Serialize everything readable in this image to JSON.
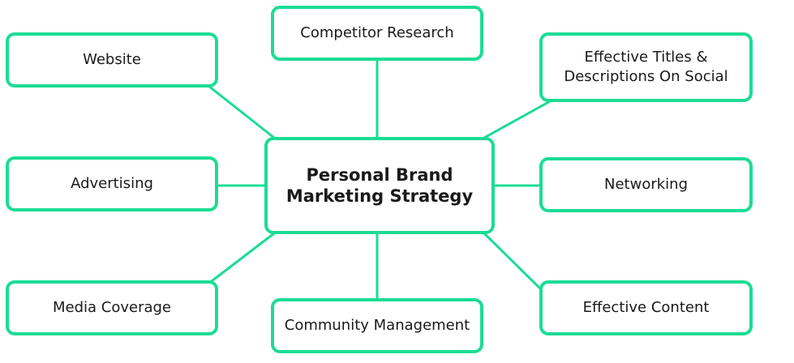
{
  "theme": {
    "accent": "#1cdc94",
    "text": "#1a1a1a",
    "background": "#ffffff"
  },
  "diagram": {
    "center": "Personal Brand\nMarketing Strategy",
    "nodes": {
      "competitor_research": "Competitor Research",
      "website": "Website",
      "effective_titles": "Effective Titles &\nDescriptions On Social",
      "advertising": "Advertising",
      "networking": "Networking",
      "media_coverage": "Media Coverage",
      "community_management": "Community Management",
      "effective_content": "Effective Content"
    }
  }
}
